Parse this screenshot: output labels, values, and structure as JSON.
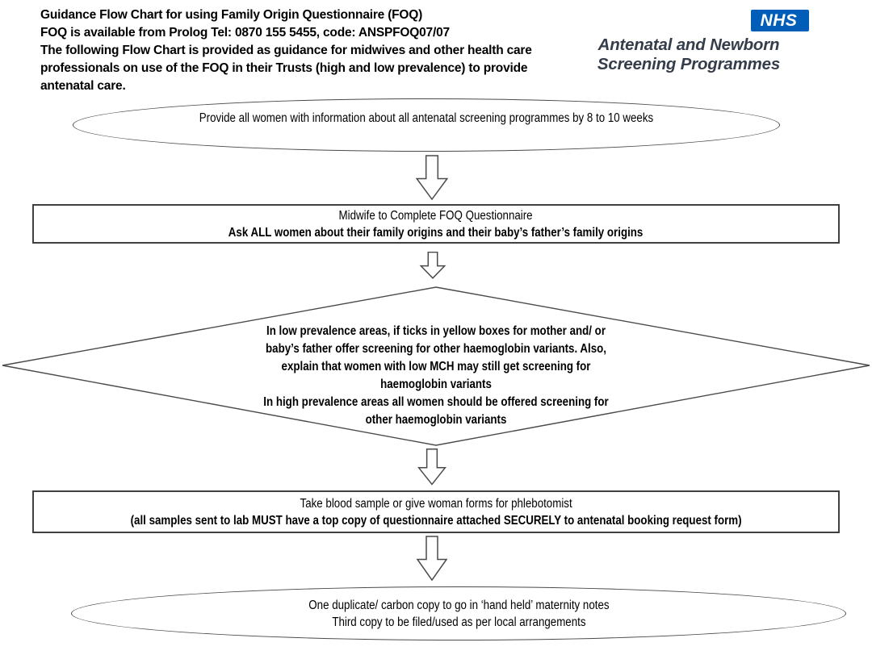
{
  "header": {
    "line1": "Guidance Flow Chart for using Family Origin Questionnaire (FOQ)",
    "line2": "FOQ is available from Prolog Tel: 0870 155 5455, code: ANSPFOQ07/07",
    "line3": "The following Flow Chart is provided as guidance for midwives and other health care professionals on use of the FOQ in their Trusts (high and low prevalence) to provide antenatal care."
  },
  "branding": {
    "nhs_logo_text": "NHS",
    "nhs_blue": "#005EB8",
    "programme_line1": "Antenatal and Newborn",
    "programme_line2": "Screening Programmes",
    "programme_color": "#353d4a"
  },
  "flow": {
    "start_ellipse": {
      "text": "Provide all women with information about all antenatal screening programmes by 8 to 10 weeks"
    },
    "midwife_box": {
      "line1": "Midwife to Complete FOQ Questionnaire",
      "line2": "Ask ALL women about their family origins and their baby’s father’s family origins"
    },
    "decision_diamond": {
      "lines": [
        "In low prevalence areas, if ticks in yellow boxes for mother and/ or",
        "baby’s father offer screening for other haemoglobin variants.  Also,",
        "explain that women with low MCH may still get screening for",
        "haemoglobin variants",
        "In high prevalence areas all women should be offered screening for",
        "other haemoglobin variants"
      ]
    },
    "sample_box": {
      "line1": "Take blood sample or give woman forms for phlebotomist",
      "line2": "(all samples sent to lab MUST have a top copy of questionnaire attached SECURELY to antenatal booking request form)"
    },
    "end_ellipse": {
      "line1": "One duplicate/ carbon copy to go in ‘hand held’ maternity notes",
      "line2": "Third copy to be filed/used as per local arrangements"
    }
  }
}
